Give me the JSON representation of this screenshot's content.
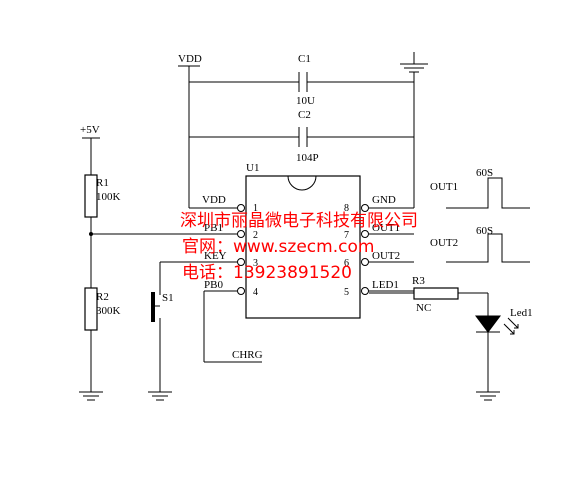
{
  "components": {
    "vdd_top": "VDD",
    "vdd_pin": "VDD",
    "gnd_pin": "GND",
    "plus5v": "+5V",
    "c1_ref": "C1",
    "c1_val": "10U",
    "c2_ref": "C2",
    "c2_val": "104P",
    "u1_ref": "U1",
    "r1_ref": "R1",
    "r1_val": "100K",
    "r2_ref": "R2",
    "r2_val": "300K",
    "r3_ref": "R3",
    "r3_val": "NC",
    "s1_ref": "S1",
    "led_ref": "Led1",
    "chrg_net": "CHRG"
  },
  "pins": {
    "pb1": "PB1",
    "key": "KEY",
    "pb0": "PB0",
    "out1": "OUT1",
    "out2": "OUT2",
    "led1": "LED1",
    "n1": "1",
    "n2": "2",
    "n3": "3",
    "n4": "4",
    "n5": "5",
    "n6": "6",
    "n7": "7",
    "n8": "8"
  },
  "waveforms": {
    "out1_label": "OUT1",
    "out1_time": "60S",
    "out2_label": "OUT2",
    "out2_time": "60S"
  },
  "watermark": {
    "company": "深圳市丽晶微电子科技有限公司",
    "website": "官网：www.szecm.com",
    "phone": "电话：13923891520"
  }
}
